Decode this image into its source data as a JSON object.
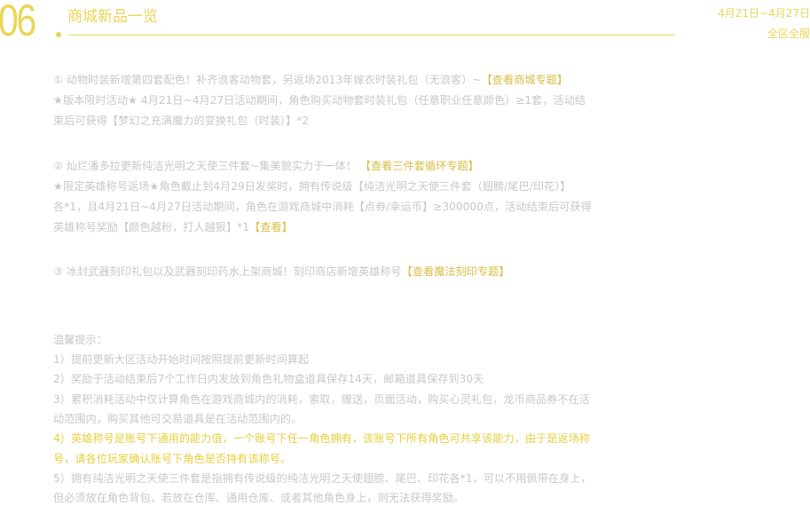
{
  "header": {
    "number": "06",
    "title": "商城新品一览",
    "date_range": "4月21日~4月27日",
    "region": "全区全服"
  },
  "sections": [
    {
      "lines": [
        {
          "text": "① 动物时装新增第四套配色！补齐浪客动物套，另返场2013年嫁衣时装礼包（无浪客）~",
          "link": "【查看商城专题】"
        },
        {
          "text": "★版本限时活动★ 4月21日~4月27日活动期间，角色购买动物套时装礼包（任意职业任意颜色）≥1套，活动结",
          "link": ""
        },
        {
          "text": "束后可获得【梦幻之充满魔力的变换礼包（时装）】*2",
          "link": ""
        }
      ]
    },
    {
      "lines": [
        {
          "text": "② 灿烂潘多拉更新纯洁光明之天使三件套~集美貌实力于一体！ ",
          "link": "【查看三件套循环专题】"
        },
        {
          "text": "★限定英雄称号返场★角色截止到4月29日发奖时，拥有传说级【纯洁光明之天使三件套（翅膀/尾巴/印花）】",
          "link": ""
        },
        {
          "text": "各*1，且4月21日~4月27日活动期间，角色在游戏商城中消耗【点券/幸运币】≥300000点，活动结束后可获得",
          "link": ""
        },
        {
          "text": "英雄称号奖励【颜色越粉，打人越狠】*1",
          "link": "【查看】"
        }
      ]
    },
    {
      "lines": [
        {
          "text": "③ 冰封武器刻印礼包以及武器刻印药水上架商城！刻印商店新增英雄称号",
          "link": "【查看魔法刻印专题】"
        }
      ]
    }
  ],
  "tips": {
    "heading": "温馨提示：",
    "lines": [
      "1）提前更新大区活动开始时间按照提前更新时间算起",
      "2）奖励于活动结束后7个工作日内发放到角色礼物盒道具保存14天，邮箱道具保存到30天",
      "3）累积消耗活动中仅计算角色在游戏商城内的消耗，索取，赠送，页面活动，购买心灵礼包，龙币商品券不在活",
      "动范围内，购买其他可交易道具是在活动范围内的。",
      "4）英雄称号是账号下通用的能力值，一个账号下任一角色拥有，该账号下所有角色可共享该能力，由于是返场称",
      "号，请各位玩家确认账号下角色是否持有该称号。",
      "5）拥有纯洁光明之天使三件套是指拥有传说级的纯洁光明之天使翅膀、尾巴、印花各*1，可以不用佩带在身上，",
      "但必须放在角色背包，若放在仓库、通用仓库、或者其他角色身上，则无法获得奖励。"
    ]
  },
  "colors": {
    "accent": "#e9d657",
    "text": "#c8c8c8",
    "link": "#d7bd45"
  }
}
